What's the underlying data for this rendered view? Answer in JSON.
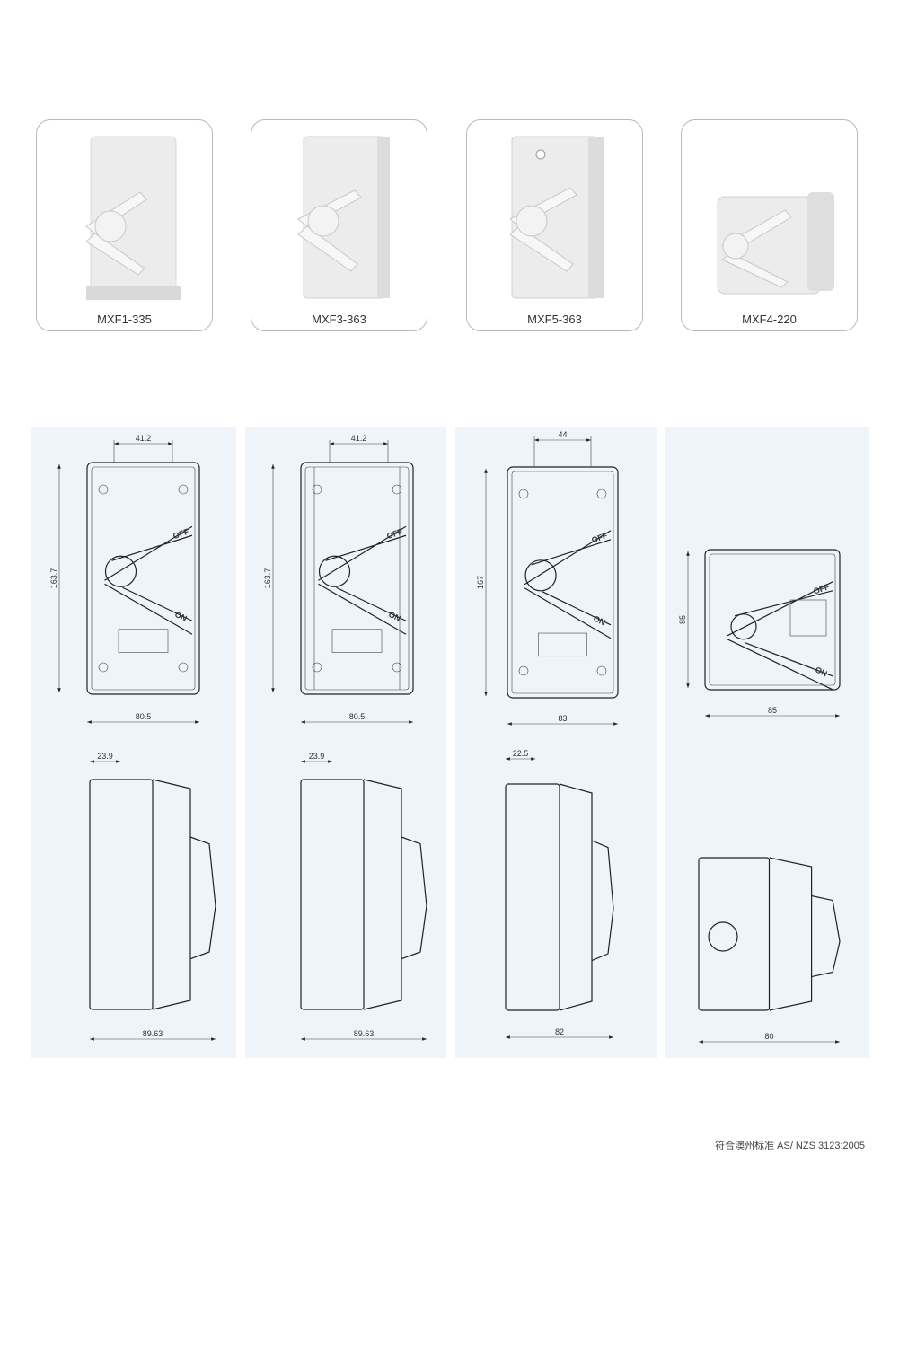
{
  "products": [
    {
      "model": "MXF1-335"
    },
    {
      "model": "MXF3-363"
    },
    {
      "model": "MXF5-363"
    },
    {
      "model": "MXF4-220"
    }
  ],
  "drawings": [
    {
      "model": "MXF1-335",
      "front": {
        "top": "41.2",
        "height": "163.7",
        "width": "80.5"
      },
      "side": {
        "top": "23.9",
        "width": "89.63"
      }
    },
    {
      "model": "MXF3-363",
      "front": {
        "top": "41.2",
        "height": "163.7",
        "width": "80.5"
      },
      "side": {
        "top": "23.9",
        "width": "89.63"
      }
    },
    {
      "model": "MXF5-363",
      "front": {
        "top": "44",
        "height": "167",
        "width": "83"
      },
      "side": {
        "top": "22.5",
        "width": "82"
      }
    },
    {
      "model": "MXF4-220",
      "front": {
        "height": "85",
        "width": "85"
      },
      "side": {
        "width": "80"
      }
    }
  ],
  "switch_labels": {
    "off": "OFF",
    "on": "ON"
  },
  "footer_note": "符合澳州标准 AS/ NZS 3123:2005",
  "colors": {
    "panel_bg": "#eef4f9",
    "card_border": "#b9b9b9"
  }
}
